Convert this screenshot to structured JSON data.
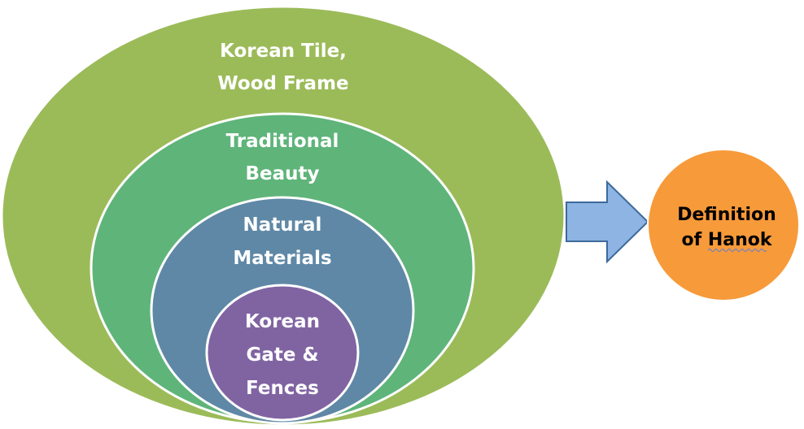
{
  "diagram": {
    "rings": [
      {
        "lines": [
          "Korean Tile,",
          "Wood Frame"
        ],
        "color": "#9bbb59"
      },
      {
        "lines": [
          "Traditional",
          "Beauty"
        ],
        "color": "#5fb47a"
      },
      {
        "lines": [
          "Natural",
          "Materials"
        ],
        "color": "#5f88a6"
      },
      {
        "lines": [
          "Korean",
          "Gate &",
          "Fences"
        ],
        "color": "#8064a2"
      }
    ],
    "arrow": {
      "color": "#8eb4e3",
      "stroke": "#3d6a9a"
    },
    "result": {
      "lines": [
        "Definition",
        "of Hanok"
      ],
      "color": "#f79a3a"
    }
  }
}
